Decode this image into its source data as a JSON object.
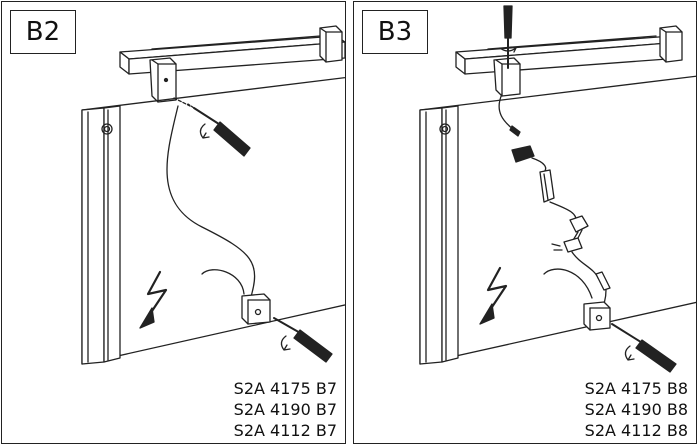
{
  "panels": [
    {
      "label": "B2",
      "codes": [
        "S2A 4175 B7",
        "S2A 4190 B7",
        "S2A 4112 B7"
      ]
    },
    {
      "label": "B3",
      "codes": [
        "S2A 4175 B8",
        "S2A 4190 B8",
        "S2A 4112 B8"
      ]
    }
  ],
  "icons": [
    "lightning-arrow-icon",
    "screwdriver-icon",
    "rotate-arrow-icon"
  ],
  "colors": {
    "line": "#222222",
    "background": "#ffffff"
  }
}
